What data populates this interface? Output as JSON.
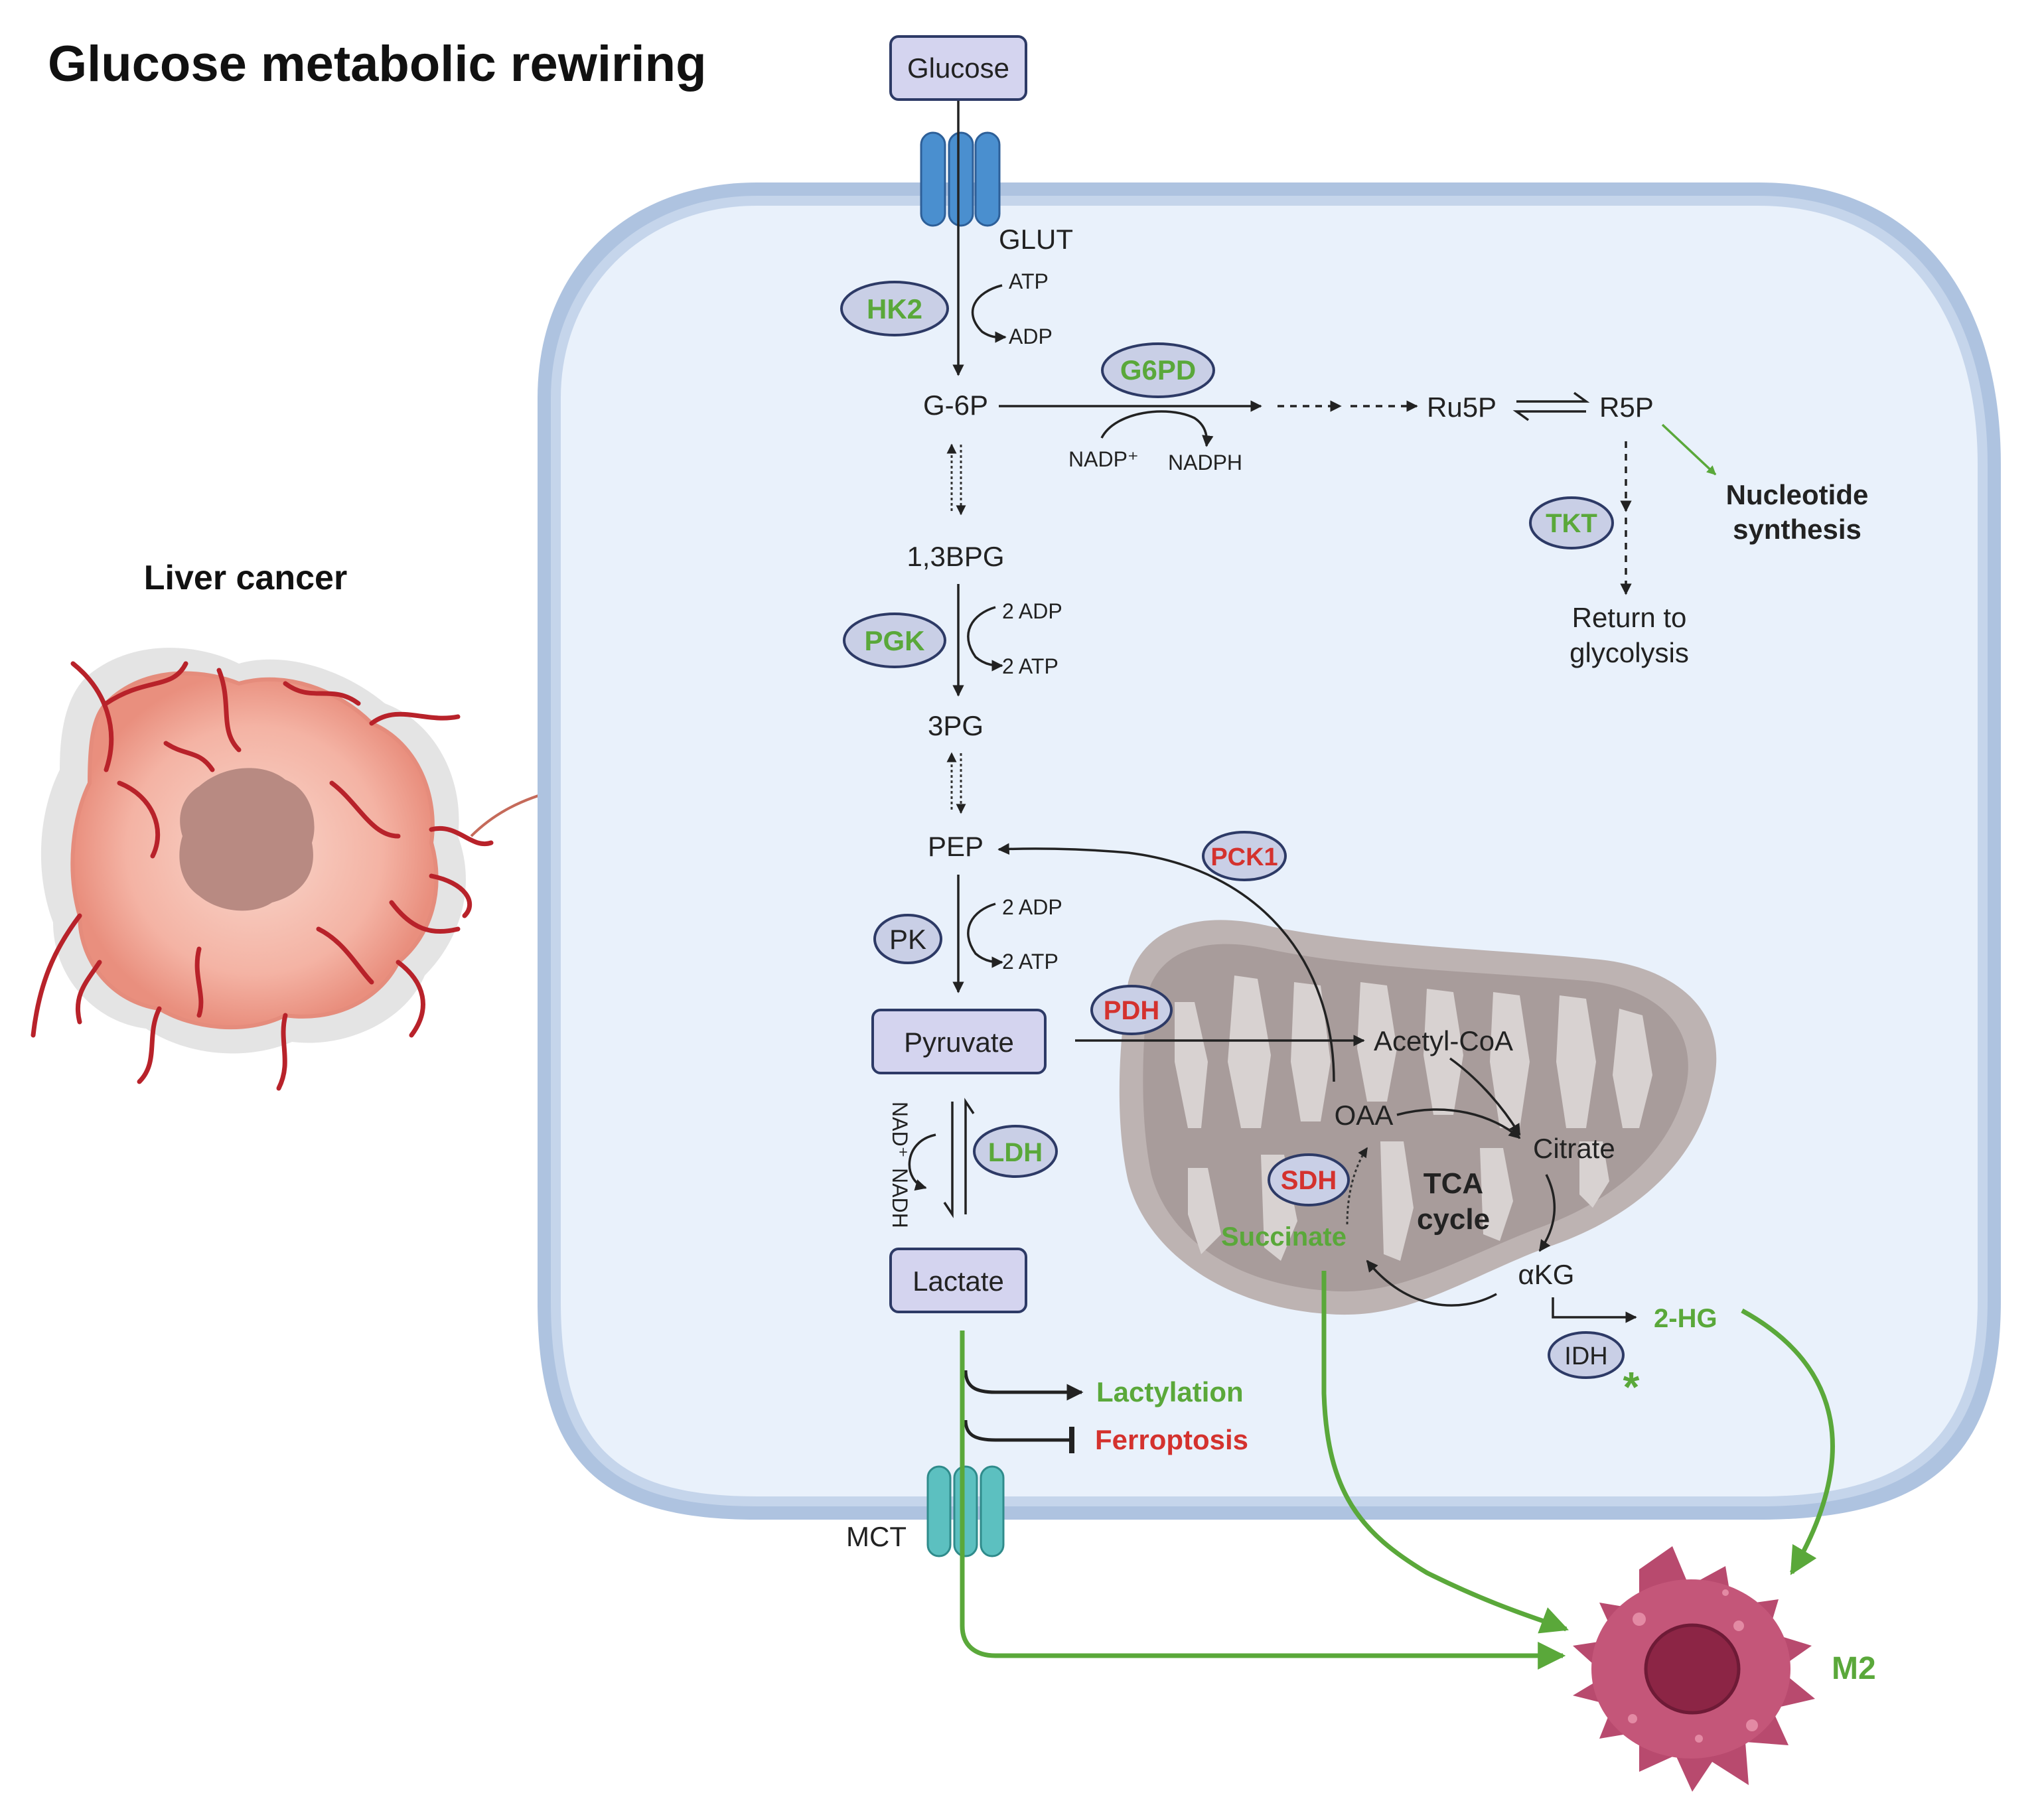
{
  "title": "Glucose metabolic rewiring",
  "source_label": "Liver cancer",
  "transporters": {
    "glut": "GLUT",
    "mct": "MCT"
  },
  "metabolites": {
    "glucose": "Glucose",
    "g6p": "G-6P",
    "bpg": "1,3BPG",
    "pg3": "3PG",
    "pep": "PEP",
    "pyruvate": "Pyruvate",
    "lactate": "Lactate",
    "ru5p": "Ru5P",
    "r5p": "R5P",
    "acetylcoa": "Acetyl-CoA",
    "oaa": "OAA",
    "citrate": "Citrate",
    "akg": "αKG",
    "succinate": "Succinate",
    "hg2": "2-HG"
  },
  "cofactors": {
    "atp": "ATP",
    "adp": "ADP",
    "nadp": "NADP⁺",
    "nadph": "NADPH",
    "adp2_a": "2 ADP",
    "atp2_a": "2 ATP",
    "adp2_b": "2 ADP",
    "atp2_b": "2 ATP",
    "nad": "NAD⁺",
    "nadh": "NADH"
  },
  "enzymes": {
    "hk2": "HK2",
    "g6pd": "G6PD",
    "tkt": "TKT",
    "pgk": "PGK",
    "pk": "PK",
    "pck1": "PCK1",
    "pdh": "PDH",
    "ldh": "LDH",
    "sdh": "SDH",
    "idh": "IDH",
    "idh_mark": "*"
  },
  "outcomes": {
    "nucleotide_1": "Nucleotide",
    "nucleotide_2": "synthesis",
    "return_1": "Return to",
    "return_2": "glycolysis",
    "lactylation": "Lactylation",
    "ferroptosis": "Ferroptosis",
    "tca_1": "TCA",
    "tca_2": "cycle",
    "m2": "M2"
  },
  "colors": {
    "upregulated": "#5aa83a",
    "downregulated": "#d4322e",
    "cell_fill": "#e9f1fb",
    "cell_membrane": "#aec3e0",
    "mitochondrion": "#bdb3b2",
    "macrophage": "#b84a6e"
  }
}
